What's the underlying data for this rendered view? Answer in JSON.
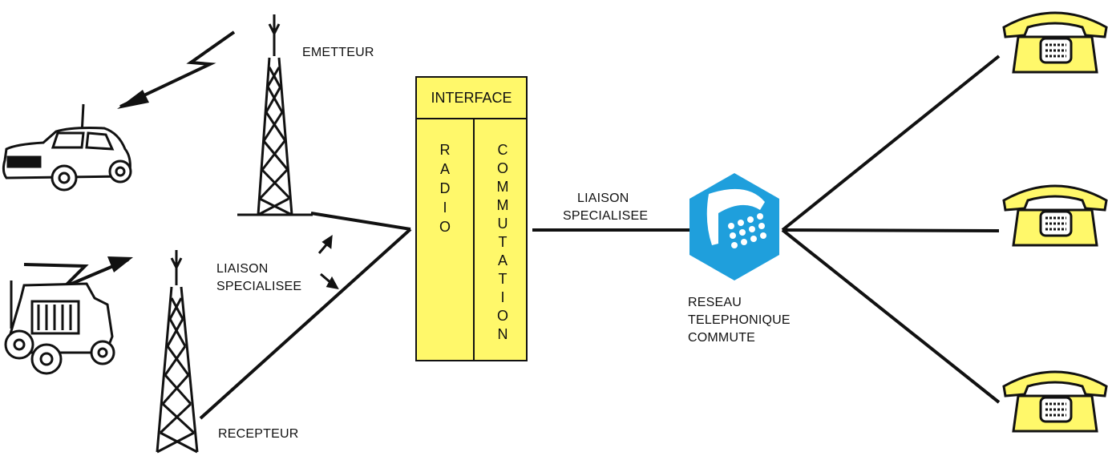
{
  "labels": {
    "emetteur": "EMETTEUR",
    "recepteur": "RECEPTEUR",
    "liaison_left_1": "LIAISON",
    "liaison_left_2": "SPECIALISEE",
    "liaison_mid_1": "LIAISON",
    "liaison_mid_2": "SPECIALISEE",
    "reseau_1": "RESEAU",
    "reseau_2": "TELEPHONIQUE",
    "reseau_3": "COMMUTE"
  },
  "interface": {
    "title": "INTERFACE",
    "left_column": [
      "R",
      "A",
      "D",
      "I",
      "O"
    ],
    "right_column": [
      "C",
      "O",
      "M",
      "M",
      "U",
      "T",
      "A",
      "T",
      "I",
      "O",
      "N"
    ]
  },
  "colors": {
    "interface_fill": "#fff86a",
    "phone_fill": "#fff86a",
    "network_hexagon": "#1f9fdc",
    "line": "#111111"
  },
  "icons": {
    "car": "car-icon",
    "jeep": "jeep-icon",
    "tower_top": "transmitter-tower-icon",
    "tower_bottom": "receiver-tower-icon",
    "network": "telephone-network-hexagon-icon",
    "phones": [
      "telephone-icon",
      "telephone-icon",
      "telephone-icon"
    ]
  }
}
